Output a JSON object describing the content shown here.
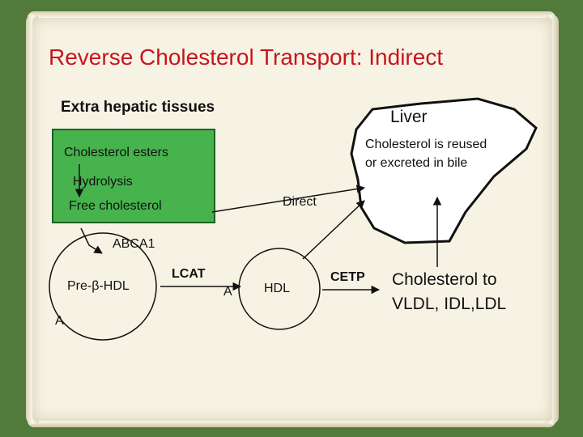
{
  "title": "Reverse Cholesterol Transport: Indirect",
  "labels": {
    "extra_hepatic": "Extra hepatic tissues",
    "liver": "Liver",
    "cholesterol_esters": "Cholesterol esters",
    "reused_line1": "Cholesterol is reused",
    "reused_line2": "or excreted in bile",
    "hydrolysis": "Hydrolysis",
    "direct": "Direct",
    "free_cholesterol": "Free cholesterol",
    "abca1": "ABCA1",
    "pre_beta_hdl": "Pre-β-HDL",
    "a_small": "A",
    "lcat": "LCAT",
    "a_middle": "A",
    "hdl": "HDL",
    "cetp": "CETP",
    "vldl_line1": "Cholesterol to",
    "vldl_line2": "VLDL, IDL,LDL"
  },
  "colors": {
    "title": "#c8141e",
    "tissue_box_fill": "#47b34d",
    "tissue_box_border": "#1f5f22",
    "background": "#517a3b",
    "paper": "#f7f3e4"
  }
}
